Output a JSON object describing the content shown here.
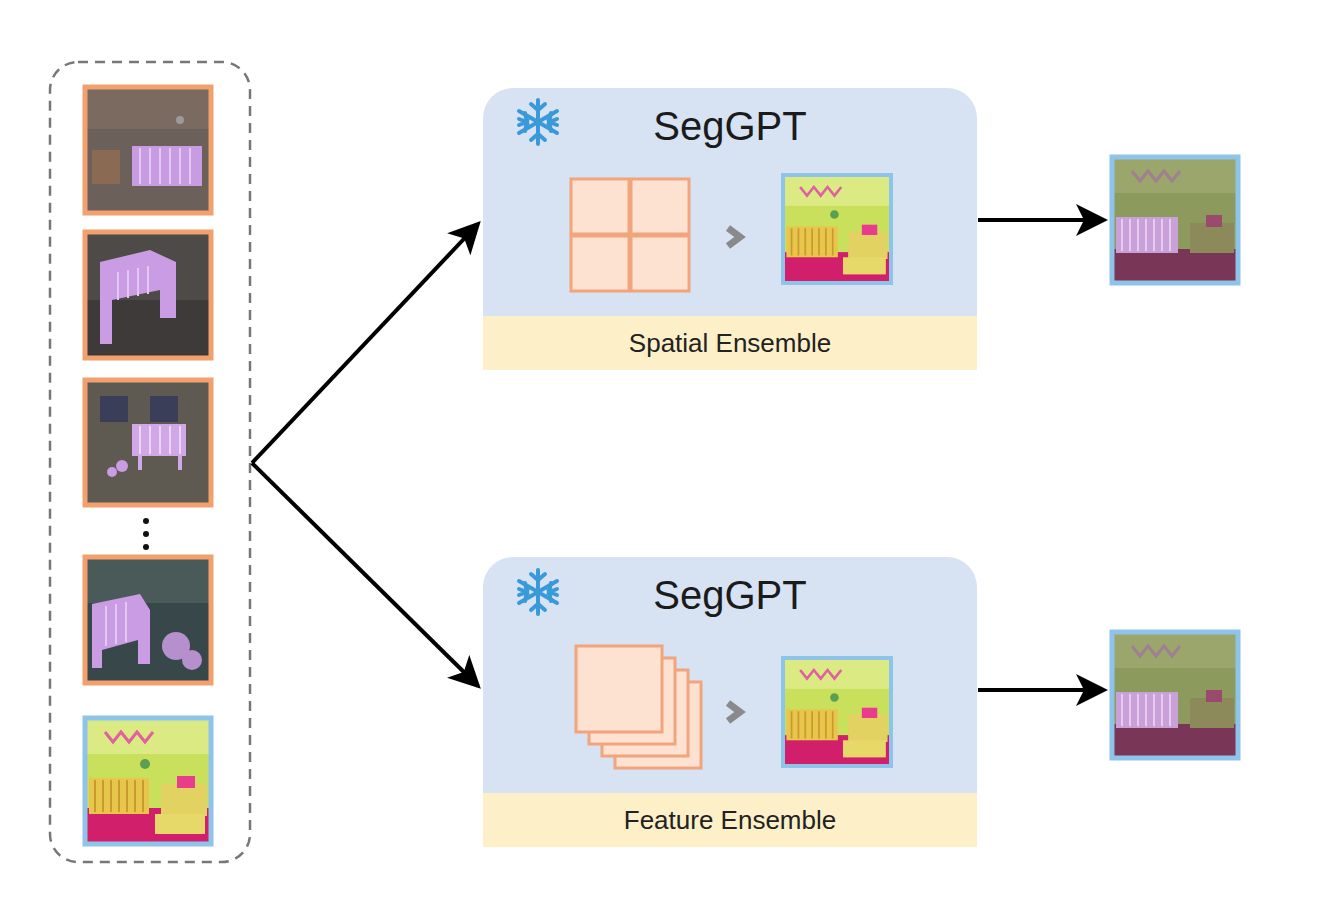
{
  "diagram": {
    "nodes": [
      {
        "text": [
          "SegGPT"
        ]
      },
      {
        "text": [
          "Spatial Ensemble"
        ],
        "in": 0
      },
      {
        "text": [
          "SegGPT"
        ]
      },
      {
        "text": [
          "Feature Ensemble"
        ],
        "in": 2
      }
    ]
  }
}
